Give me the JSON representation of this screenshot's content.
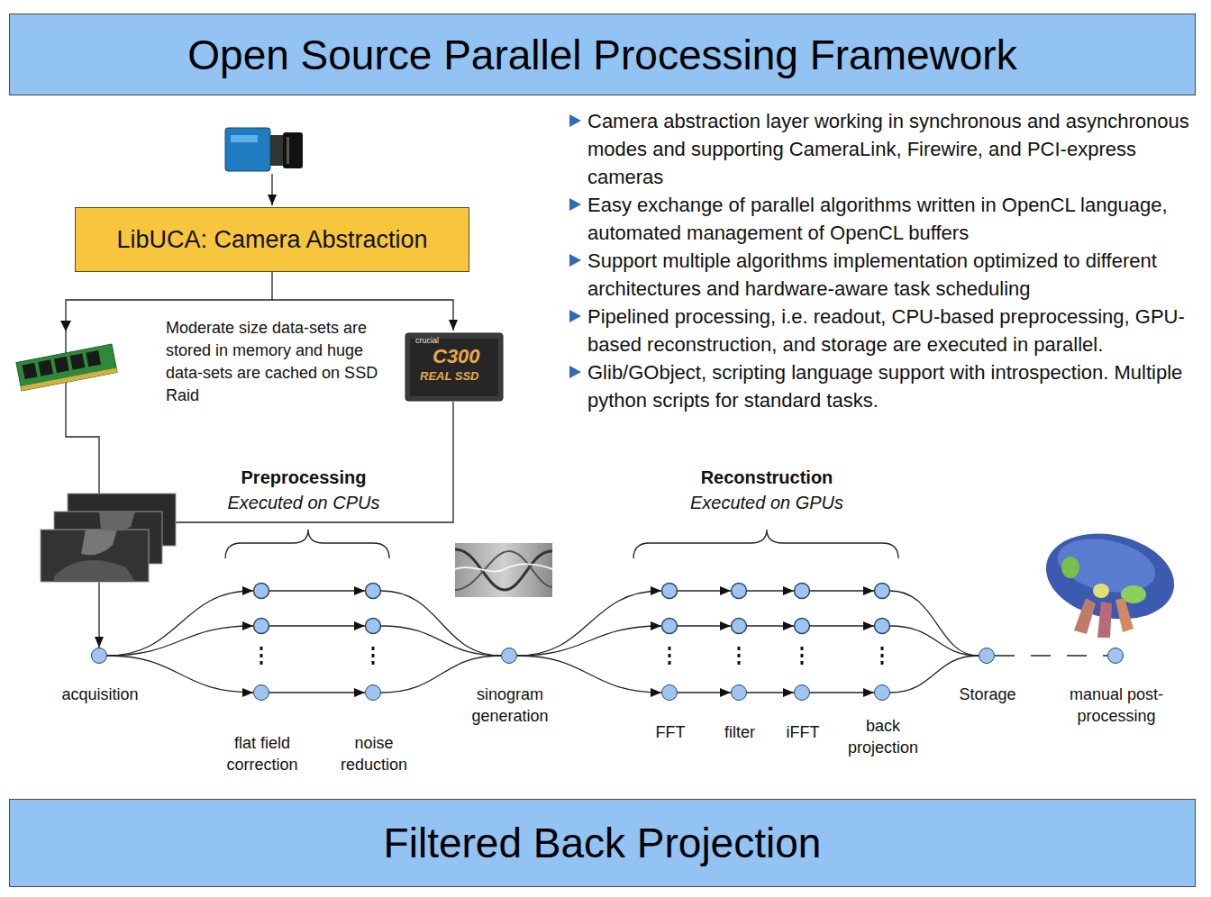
{
  "diagram": {
    "title": "Open Source Parallel Processing Framework",
    "caption": "Filtered Back Projection",
    "nodes": [
      {
        "text": [
          "LibUCA: Camera Abstraction"
        ]
      },
      {
        "text": [
          "acquisition"
        ]
      },
      {
        "text": [
          "flat field correction"
        ]
      },
      {
        "text": [
          "noise reduction"
        ]
      },
      {
        "text": [
          "sinogram generation"
        ]
      },
      {
        "text": [
          "FFT"
        ]
      },
      {
        "text": [
          "filter"
        ]
      },
      {
        "text": [
          "iFFT"
        ]
      },
      {
        "text": [
          "back projection"
        ]
      },
      {
        "text": [
          "Storage"
        ]
      },
      {
        "text": [
          "manual post-processing"
        ]
      }
    ],
    "edges": [
      {
        "from": 0,
        "to": 1,
        "arrow": "to"
      },
      {
        "from": 1,
        "to": 2,
        "arrow": "to"
      },
      {
        "from": 2,
        "to": 3,
        "arrow": "to"
      },
      {
        "from": 3,
        "to": 4,
        "arrow": "none"
      },
      {
        "from": 4,
        "to": 5,
        "arrow": "to"
      },
      {
        "from": 5,
        "to": 6,
        "arrow": "to"
      },
      {
        "from": 6,
        "to": 7,
        "arrow": "to"
      },
      {
        "from": 7,
        "to": 8,
        "arrow": "to"
      },
      {
        "from": 8,
        "to": 9,
        "arrow": "none"
      },
      {
        "from": 9,
        "to": 10,
        "arrow": "none"
      }
    ],
    "labels": [
      "Camera abstraction layer working in synchronous and asynchronous modes and supporting CameraLink, Firewire, and PCI-express cameras",
      "Easy exchange of parallel algorithms written in OpenCL language, automated management of OpenCL buffers",
      "Support multiple algorithms implementation optimized to different architectures and hardware-aware task scheduling",
      "Pipelined processing, i.e. readout, CPU-based preprocessing, GPU-based reconstruction, and storage are executed in parallel.",
      "Glib/GObject, scripting language support with introspection. Multiple python scripts for standard tasks.",
      "Moderate size data-sets are stored in memory and huge data-sets are cached on SSD Raid",
      "crucial",
      "C300",
      "REAL SSD",
      "Preprocessing",
      "Executed on CPUs",
      "Reconstruction",
      "Executed on GPUs"
    ]
  }
}
